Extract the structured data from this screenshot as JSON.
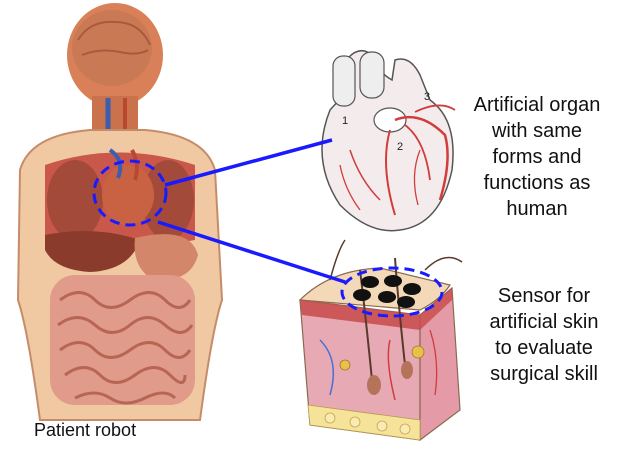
{
  "labels": {
    "organ": {
      "lines": [
        "Artificial organ",
        "with same",
        "forms and",
        "functions as",
        "human"
      ]
    },
    "skin": {
      "lines": [
        "Sensor for",
        "artificial skin",
        "to evaluate",
        "surgical skill"
      ]
    },
    "caption": "Patient robot"
  },
  "heart_marks": [
    "1",
    "2",
    "3"
  ],
  "colors": {
    "connector": "#1a1aff",
    "dash_highlight": "#1a1aff",
    "artery": "#d23c3c",
    "skin_pink": "#e7a9b4",
    "skin_tan": "#f3d9b8",
    "flesh": "#d98058",
    "organ_red": "#b8492f",
    "vein_blue": "#3a5fb0"
  }
}
